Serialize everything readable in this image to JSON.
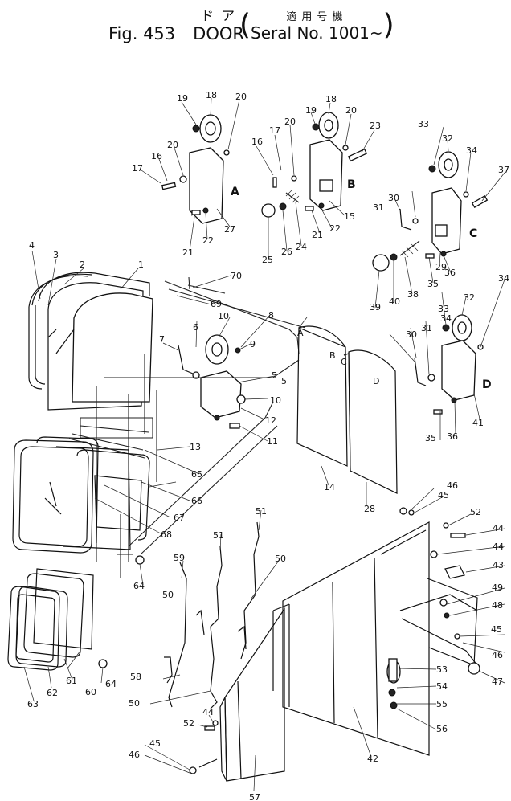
{
  "title": {
    "japanese": "ドア",
    "figure": "Fig. 453",
    "name": "DOOR",
    "applicable_jp": "適用号機",
    "serial": "Seral No. 1001~"
  },
  "sub_assembly_marks": [
    "A",
    "B",
    "C",
    "D"
  ],
  "panel_marks": [
    "A",
    "B",
    "C",
    "D"
  ],
  "part_labels": [
    "1",
    "2",
    "3",
    "4",
    "5",
    "6",
    "7",
    "8",
    "9",
    "10",
    "11",
    "12",
    "13",
    "14",
    "15",
    "16",
    "17",
    "18",
    "19",
    "20",
    "21",
    "22",
    "23",
    "24",
    "25",
    "26",
    "27",
    "28",
    "29",
    "30",
    "31",
    "32",
    "33",
    "34",
    "35",
    "36",
    "37",
    "38",
    "39",
    "40",
    "41",
    "42",
    "43",
    "44",
    "45",
    "46",
    "47",
    "48",
    "49",
    "50",
    "51",
    "52",
    "53",
    "54",
    "55",
    "56",
    "57",
    "58",
    "59",
    "60",
    "61",
    "62",
    "63",
    "64",
    "65",
    "66",
    "67",
    "68",
    "69",
    "70"
  ]
}
